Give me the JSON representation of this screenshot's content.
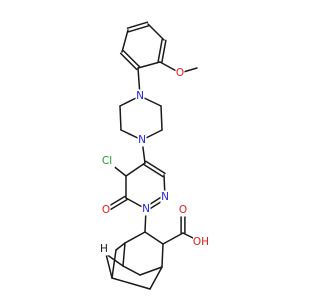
{
  "colors": {
    "bond": "#1a1a1a",
    "carbon_text": "#1a1a1a",
    "nitrogen": "#2323e6",
    "oxygen": "#e61a1a",
    "chlorine": "#1f9e1f",
    "hydrogen": "#1a1a1a",
    "background": "#ffffff"
  },
  "molecule": {
    "atoms": [
      {
        "id": "OMe_C",
        "label": ""
      },
      {
        "id": "O_ether",
        "label": "O",
        "element": "O"
      },
      {
        "id": "Ar1",
        "label": ""
      },
      {
        "id": "Ar2",
        "label": ""
      },
      {
        "id": "Ar3",
        "label": ""
      },
      {
        "id": "Ar4",
        "label": ""
      },
      {
        "id": "Ar5",
        "label": ""
      },
      {
        "id": "Ar6",
        "label": ""
      },
      {
        "id": "N_pip1",
        "label": "N",
        "element": "N"
      },
      {
        "id": "P1",
        "label": ""
      },
      {
        "id": "P2",
        "label": ""
      },
      {
        "id": "N_pip2",
        "label": "N",
        "element": "N"
      },
      {
        "id": "P3",
        "label": ""
      },
      {
        "id": "P4",
        "label": ""
      },
      {
        "id": "C4",
        "label": ""
      },
      {
        "id": "C5",
        "label": ""
      },
      {
        "id": "N_pd1",
        "label": "N",
        "element": "N"
      },
      {
        "id": "N_pd2",
        "label": "N",
        "element": "N"
      },
      {
        "id": "C6",
        "label": ""
      },
      {
        "id": "C3",
        "label": ""
      },
      {
        "id": "Cl",
        "label": "Cl",
        "element": "Cl"
      },
      {
        "id": "O_keto",
        "label": "O",
        "element": "O"
      },
      {
        "id": "A1",
        "label": ""
      },
      {
        "id": "A2",
        "label": ""
      },
      {
        "id": "A3",
        "label": ""
      },
      {
        "id": "A4",
        "label": ""
      },
      {
        "id": "A5",
        "label": ""
      },
      {
        "id": "A6",
        "label": ""
      },
      {
        "id": "A7",
        "label": ""
      },
      {
        "id": "A8",
        "label": ""
      },
      {
        "id": "A9",
        "label": ""
      },
      {
        "id": "A10",
        "label": ""
      },
      {
        "id": "C_acid",
        "label": ""
      },
      {
        "id": "O_acid_dbl",
        "label": "O",
        "element": "O"
      },
      {
        "id": "OH_acid",
        "label": "OH",
        "element": "O"
      },
      {
        "id": "H_bridge",
        "label": "H",
        "element": "H"
      }
    ],
    "bonds": [
      {
        "a": "OMe_C",
        "b": "O_ether",
        "order": 1
      },
      {
        "a": "O_ether",
        "b": "Ar1",
        "order": 1
      },
      {
        "a": "Ar1",
        "b": "Ar2",
        "order": 2
      },
      {
        "a": "Ar2",
        "b": "Ar3",
        "order": 1
      },
      {
        "a": "Ar3",
        "b": "Ar4",
        "order": 2
      },
      {
        "a": "Ar4",
        "b": "Ar5",
        "order": 1
      },
      {
        "a": "Ar5",
        "b": "Ar6",
        "order": 2
      },
      {
        "a": "Ar6",
        "b": "Ar1",
        "order": 1
      },
      {
        "a": "Ar6",
        "b": "N_pip1",
        "order": 1
      },
      {
        "a": "N_pip1",
        "b": "P1",
        "order": 1
      },
      {
        "a": "P1",
        "b": "P2",
        "order": 1
      },
      {
        "a": "P2",
        "b": "N_pip2",
        "order": 1
      },
      {
        "a": "N_pip2",
        "b": "P3",
        "order": 1
      },
      {
        "a": "P3",
        "b": "P4",
        "order": 1
      },
      {
        "a": "P4",
        "b": "N_pip1",
        "order": 1
      },
      {
        "a": "N_pip2",
        "b": "C4",
        "order": 1
      },
      {
        "a": "C4",
        "b": "C5",
        "order": 2
      },
      {
        "a": "C5",
        "b": "N_pd1",
        "order": 1
      },
      {
        "a": "N_pd1",
        "b": "N_pd2",
        "order": 2
      },
      {
        "a": "N_pd2",
        "b": "C6",
        "order": 1
      },
      {
        "a": "C6",
        "b": "C3",
        "order": 1
      },
      {
        "a": "C3",
        "b": "C4",
        "order": 1
      },
      {
        "a": "C3",
        "b": "Cl",
        "order": 1
      },
      {
        "a": "C6",
        "b": "O_keto",
        "order": 2
      },
      {
        "a": "N_pd2",
        "b": "A1",
        "order": 1
      },
      {
        "a": "A1",
        "b": "A2",
        "order": 1
      },
      {
        "a": "A1",
        "b": "A3",
        "order": 1
      },
      {
        "a": "A3",
        "b": "A4",
        "order": 1
      },
      {
        "a": "A4",
        "b": "A5",
        "order": 1
      },
      {
        "a": "A5",
        "b": "A6",
        "order": 1
      },
      {
        "a": "A6",
        "b": "A2",
        "order": 1
      },
      {
        "a": "A4",
        "b": "A7",
        "order": 1
      },
      {
        "a": "A7",
        "b": "A8",
        "order": 1
      },
      {
        "a": "A8",
        "b": "A9",
        "order": 1
      },
      {
        "a": "A9",
        "b": "A6",
        "order": 1
      },
      {
        "a": "A3",
        "b": "A10",
        "order": 1
      },
      {
        "a": "A10",
        "b": "A8",
        "order": 1
      },
      {
        "a": "A2",
        "b": "C_acid",
        "order": 1
      },
      {
        "a": "C_acid",
        "b": "O_acid_dbl",
        "order": 2
      },
      {
        "a": "C_acid",
        "b": "OH_acid",
        "order": 1
      }
    ]
  }
}
